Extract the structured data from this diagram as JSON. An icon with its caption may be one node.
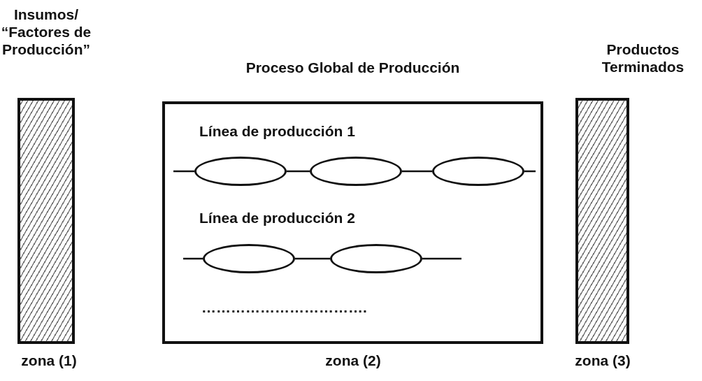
{
  "diagram": {
    "nodes": [
      {
        "text": [
          "Insumos/ “Factores de Producción”"
        ],
        "beside": [
          "zona (1)"
        ]
      },
      {
        "text": [
          "Proceso Global de Producción"
        ],
        "beside": [
          "zona (2)"
        ]
      },
      {
        "text": [
          "Productos Terminados"
        ],
        "beside": [
          "zona (3)"
        ]
      },
      {
        "text": [],
        "shape": "ellipse",
        "in": 1
      },
      {
        "text": [],
        "shape": "ellipse",
        "in": 1
      },
      {
        "text": [],
        "shape": "ellipse",
        "in": 1
      },
      {
        "text": [],
        "shape": "ellipse",
        "in": 1
      },
      {
        "text": [],
        "shape": "ellipse",
        "in": 1
      }
    ],
    "edges": [
      {
        "from": null,
        "to": 3,
        "arrow": "none"
      },
      {
        "from": 3,
        "to": 4,
        "arrow": "none"
      },
      {
        "from": 4,
        "to": 5,
        "arrow": "none"
      },
      {
        "from": 5,
        "to": null,
        "arrow": "none"
      },
      {
        "from": null,
        "to": 6,
        "arrow": "none"
      },
      {
        "from": 6,
        "to": 7,
        "arrow": "none"
      },
      {
        "from": 7,
        "to": null,
        "arrow": "none"
      }
    ],
    "labels": [
      "Línea de producción 1",
      "Línea de producción 2",
      "……………………………."
    ]
  }
}
